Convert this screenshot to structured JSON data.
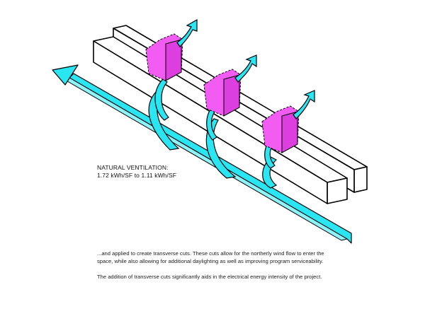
{
  "annotation": {
    "title": "NATURAL VENTILATION:",
    "value": "1.72 kWh/SF to 1.11 kWh/SF"
  },
  "caption": {
    "paragraph_1": "...and applied to create transverse cuts. These cuts allow for the northerly wind flow to enter the space, while also allowing for additional daylighting as well as improving program serviceability.",
    "paragraph_2": "The addition of transverse cuts significantly aids in the electrical energy intensity of the project."
  },
  "colors": {
    "wind_flow": "#29e6f2",
    "transverse_cut": "#f25cf2",
    "building_mass": "#ffffff",
    "outline": "#000000"
  }
}
